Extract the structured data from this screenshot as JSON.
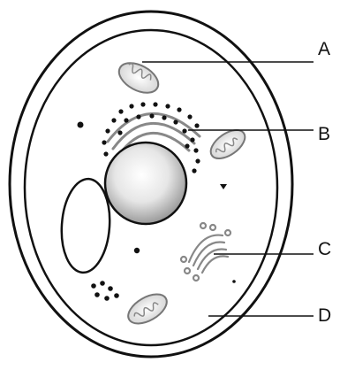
{
  "diagram": {
    "labels": {
      "a": "A",
      "b": "B",
      "c": "C",
      "d": "D"
    },
    "colors": {
      "stroke": "#111111",
      "organelle_stroke": "#777777",
      "nucleus_fill": "#cfcfcf"
    }
  }
}
